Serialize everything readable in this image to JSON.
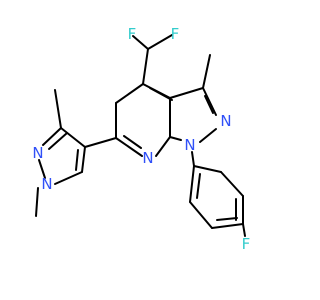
{
  "atoms": {
    "F_top_left": {
      "label": "F",
      "color": "#33CCCC"
    },
    "F_top_right": {
      "label": "F",
      "color": "#33CCCC"
    },
    "N_pyrazole_a": {
      "label": "N",
      "color": "#3050F8"
    },
    "N_pyrazole_b": {
      "label": "N",
      "color": "#3050F8"
    },
    "N_pyridine": {
      "label": "N",
      "color": "#3050F8"
    },
    "N_left_1": {
      "label": "N",
      "color": "#3050F8"
    },
    "N_left_2": {
      "label": "N",
      "color": "#3050F8"
    },
    "F_bottom": {
      "label": "F",
      "color": "#33CCCC"
    }
  }
}
